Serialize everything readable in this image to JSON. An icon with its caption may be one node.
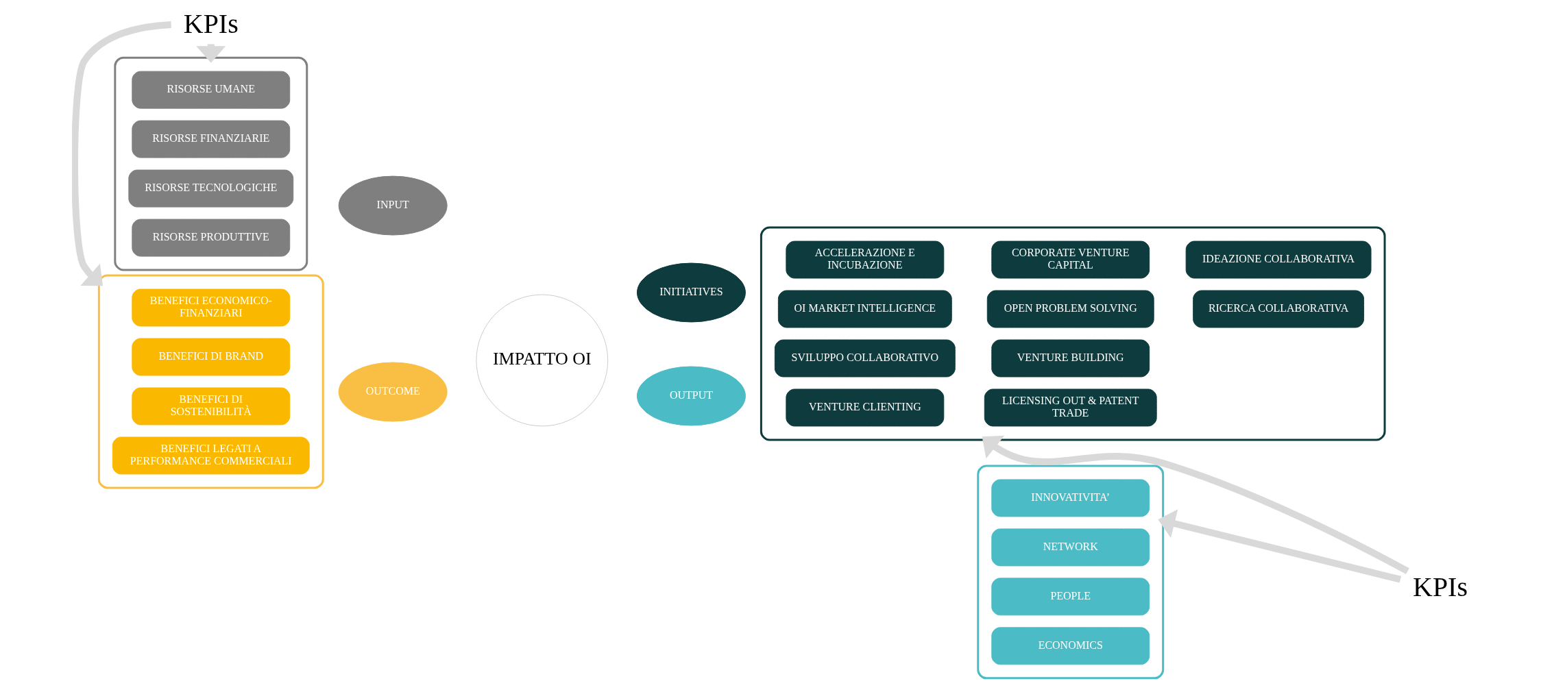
{
  "diagram": {
    "nodes": [
      {
        "text": [],
        "shape": "box"
      },
      {
        "text": [
          "RISORSE UMANE"
        ],
        "in": 0
      },
      {
        "text": [
          "RISORSE FINANZIARIE"
        ],
        "in": 0
      },
      {
        "text": [
          "RISORSE TECNOLOGICHE"
        ],
        "in": 0
      },
      {
        "text": [
          "RISORSE PRODUTTIVE"
        ],
        "in": 0
      },
      {
        "text": [],
        "shape": "box"
      },
      {
        "text": [
          "ACCELERAZIONE E INCUBAZIONE"
        ],
        "in": 5
      },
      {
        "text": [
          "CORPORATE VENTURE CAPITAL"
        ],
        "in": 5
      },
      {
        "text": [
          "IDEAZIONE COLLABORATIVA"
        ],
        "in": 5
      },
      {
        "text": [
          "OI MARKET INTELLIGENCE"
        ],
        "in": 5
      },
      {
        "text": [
          "OPEN PROBLEM SOLVING"
        ],
        "in": 5
      },
      {
        "text": [
          "RICERCA COLLABORATIVA"
        ],
        "in": 5
      },
      {
        "text": [
          "SVILUPPO COLLABORATIVO"
        ],
        "in": 5
      },
      {
        "text": [
          "VENTURE BUILDING"
        ],
        "in": 5
      },
      {
        "text": [
          "VENTURE CLIENTING"
        ],
        "in": 5
      },
      {
        "text": [
          "LICENSING OUT & PATENT TRADE"
        ],
        "in": 5
      },
      {
        "text": [],
        "shape": "box"
      },
      {
        "text": [
          "BENEFICI ECONOMICO-FINANZIARI"
        ],
        "in": 16
      },
      {
        "text": [
          "BENEFICI DI BRAND"
        ],
        "in": 16
      },
      {
        "text": [
          "BENEFICI DI SOSTENIBILITÀ"
        ],
        "in": 16
      },
      {
        "text": [
          "BENEFICI LEGATI A PERFORMANCE COMMERCIALI"
        ],
        "in": 16
      },
      {
        "text": [],
        "shape": "box"
      },
      {
        "text": [
          "INNOVATIVITA’"
        ],
        "in": 21
      },
      {
        "text": [
          "NETWORK"
        ],
        "in": 21
      },
      {
        "text": [
          "PEOPLE"
        ],
        "in": 21
      },
      {
        "text": [
          "ECONOMICS"
        ],
        "in": 21
      },
      {
        "text": [
          "INPUT"
        ]
      },
      {
        "text": [
          "INITIATIVES"
        ]
      },
      {
        "text": [
          "OUTCOME"
        ]
      },
      {
        "text": [
          "OUTPUT"
        ]
      },
      {
        "text": [
          "IMPATTO OI"
        ]
      },
      {
        "text": [
          "KPIs"
        ]
      },
      {
        "text": [
          "KPIs"
        ]
      }
    ],
    "edges": [
      {
        "from": 31,
        "to": 0,
        "arrow": "to"
      },
      {
        "from": 31,
        "to": 16,
        "arrow": "to"
      },
      {
        "from": 32,
        "to": 5,
        "arrow": "to"
      },
      {
        "from": 32,
        "to": 21,
        "arrow": "to"
      }
    ]
  }
}
